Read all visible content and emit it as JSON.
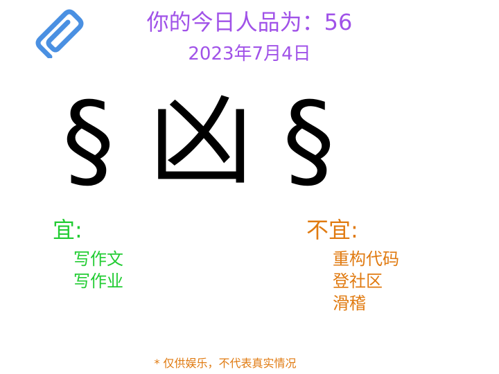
{
  "header": {
    "title": "你的今日人品为：56",
    "date": "2023年7月4日"
  },
  "fortune": {
    "symbol_left": "§",
    "main": "凶",
    "symbol_right": "§"
  },
  "good": {
    "heading": "宜:",
    "items": [
      "写作文",
      "写作业"
    ]
  },
  "bad": {
    "heading": "不宜:",
    "items": [
      "重构代码",
      "登社区",
      "滑稽"
    ]
  },
  "footer": {
    "disclaimer": "* 仅供娱乐，不代表真实情况"
  },
  "icons": {
    "attachment": "paperclip-icon"
  },
  "colors": {
    "title": "#a052e8",
    "good": "#22cc33",
    "bad": "#e07a10",
    "paperclip": "#4a90e2",
    "fortune": "#000000"
  }
}
